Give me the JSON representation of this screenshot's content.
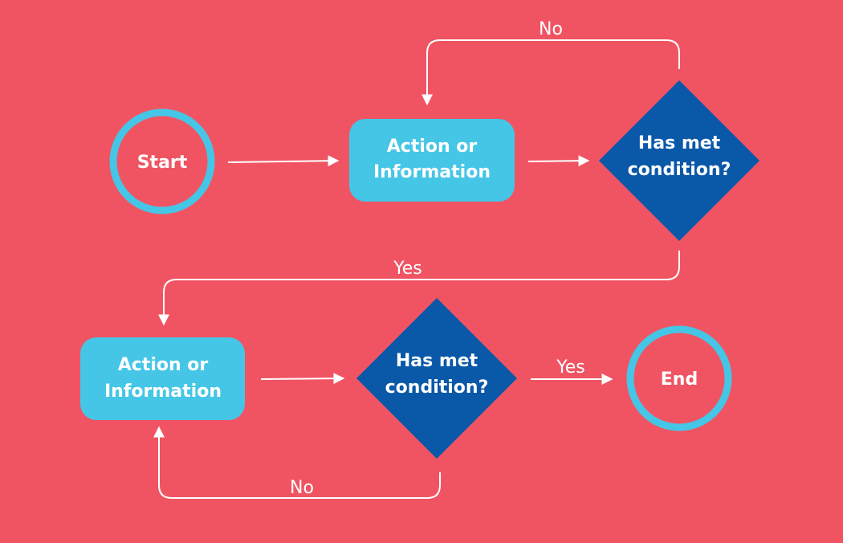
{
  "diagram": {
    "colors": {
      "background": "#f05462",
      "circle_stroke": "#45c6e6",
      "action_fill": "#45c6e6",
      "decision_fill": "#0a58a8",
      "connector": "#ffffff",
      "text": "#ffffff"
    },
    "nodes": {
      "start": {
        "label": "Start"
      },
      "action_1": {
        "line1": "Action or",
        "line2": "Information"
      },
      "decision_1": {
        "line1": "Has met",
        "line2": "condition?"
      },
      "action_2": {
        "line1": "Action or",
        "line2": "Information"
      },
      "decision_2": {
        "line1": "Has met",
        "line2": "condition?"
      },
      "end": {
        "label": "End"
      }
    },
    "edges": {
      "decision_1_no": "No",
      "decision_1_yes": "Yes",
      "decision_2_yes": "Yes",
      "decision_2_no": "No"
    }
  }
}
